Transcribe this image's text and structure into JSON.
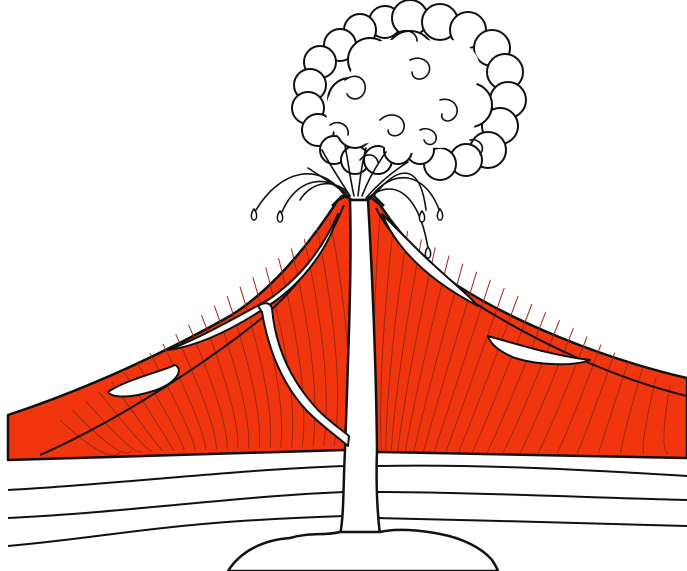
{
  "diagram": {
    "subject": "stratovolcano-cross-section",
    "colors": {
      "background": "#ffffff",
      "lava": "#f1350f",
      "outline": "#111111",
      "strata_lines": "#9a2a16"
    },
    "parts": [
      "eruption-cloud",
      "lava-ejecta",
      "volcanic-cone",
      "main-vent",
      "side-vent",
      "crust-layers",
      "magma-chamber"
    ]
  }
}
